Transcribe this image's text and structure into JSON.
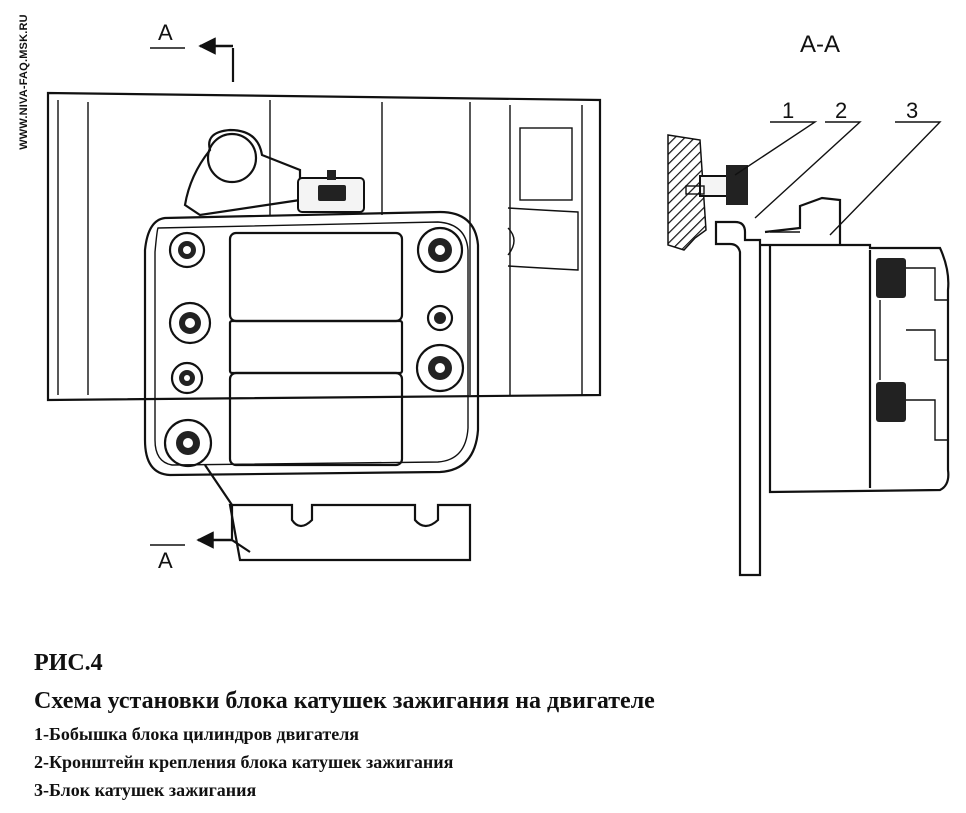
{
  "watermark": "WWW.NIVA-FAQ.MSK.RU",
  "labels": {
    "section_top": "A",
    "section_bottom": "A",
    "section_view": "A-A",
    "callout_1": "1",
    "callout_2": "2",
    "callout_3": "3"
  },
  "caption": {
    "figure": "РИС.4",
    "title": "Схема установки блока катушек зажигания на двигателе",
    "items": [
      "1-Бобышка блока цилиндров двигателя",
      "2-Кронштейн крепления блока катушек зажигания",
      "3-Блок катушек зажигания"
    ]
  }
}
